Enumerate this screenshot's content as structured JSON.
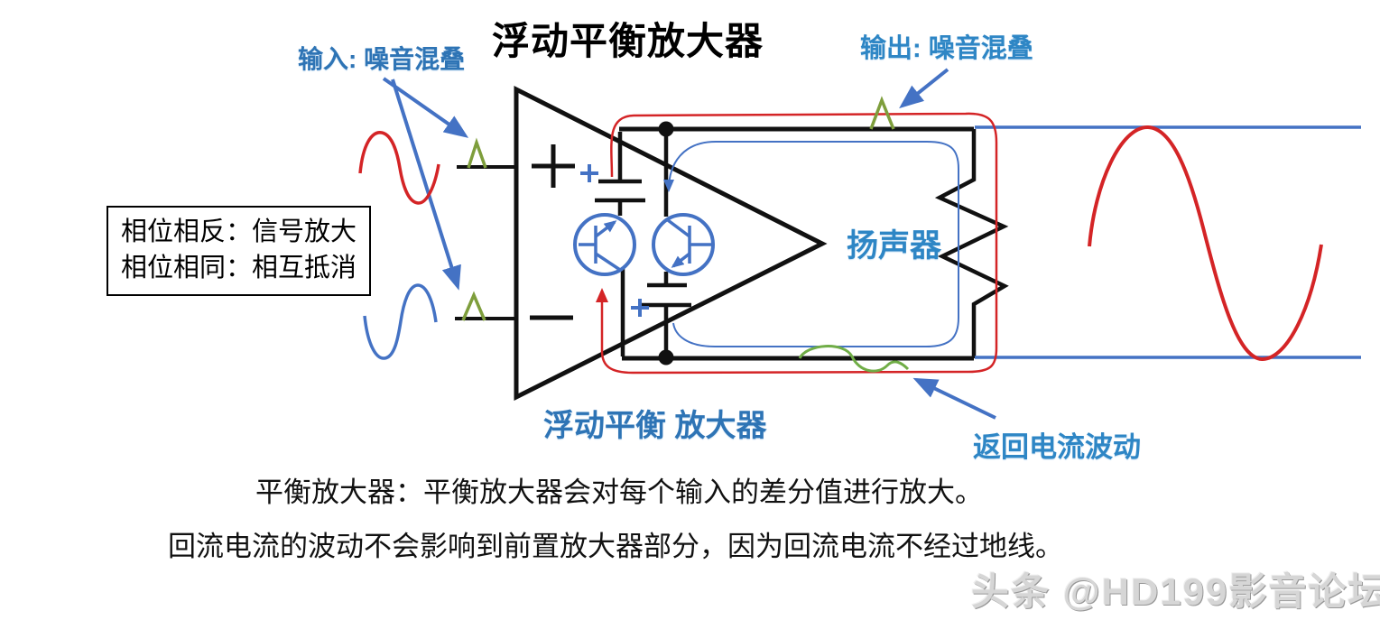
{
  "title": "浮动平衡放大器",
  "annotations": {
    "input_label": "输入: 噪音混叠",
    "output_label": "输出: 噪音混叠",
    "speaker_label": "扬声器",
    "floating_amp_label": "浮动平衡 放大器",
    "return_current_label": "返回电流波动"
  },
  "phase_box": {
    "line1": "相位相反：信号放大",
    "line2": "相位相同：相互抵消"
  },
  "description": {
    "line1": "平衡放大器：平衡放大器会对每个输入的差分值进行放大。",
    "line2": "回流电流的波动不会影响到前置放大器部分，因为回流电流不经过地线。"
  },
  "watermark": "头条 @HD199影音论坛",
  "colors": {
    "title_black": "#000000",
    "label_blue_dark": "#2E74B5",
    "label_blue_light": "#2E86C5",
    "wire_blue": "#4472C4",
    "signal_red": "#D42426",
    "noise_caret_green": "#7E9E3C",
    "return_loop_green": "#70AD47",
    "watermark_gray": "#D6D6D6"
  }
}
